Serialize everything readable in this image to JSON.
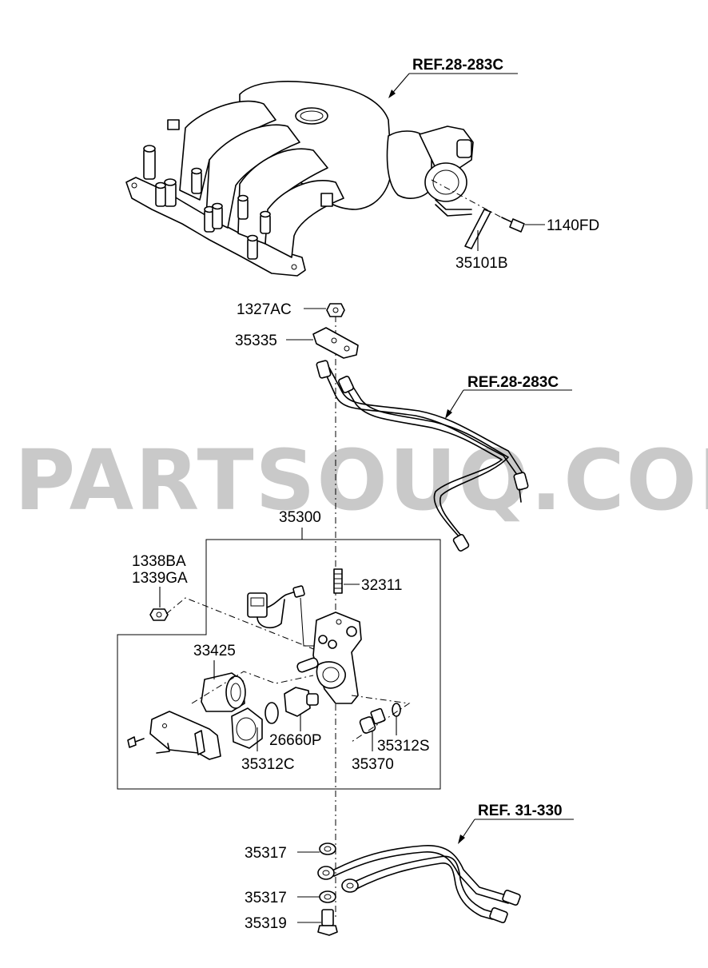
{
  "watermark": "PARTSOUQ.COM",
  "references": {
    "intake_manifold": "REF.28-283C",
    "upper_hose": "REF.28-283C",
    "lower_pipe": "REF. 31-330"
  },
  "part_labels": {
    "p1140FD": "1140FD",
    "p35101B": "35101B",
    "p1327AC": "1327AC",
    "p35335": "35335",
    "p35300": "35300",
    "p1338BA": "1338BA",
    "p1339GA": "1339GA",
    "p32311": "32311",
    "p33425": "33425",
    "p26660P": "26660P",
    "p35312S": "35312S",
    "p35312C": "35312C",
    "p35370": "35370",
    "p35317a": "35317",
    "p35317b": "35317",
    "p35319": "35319"
  }
}
